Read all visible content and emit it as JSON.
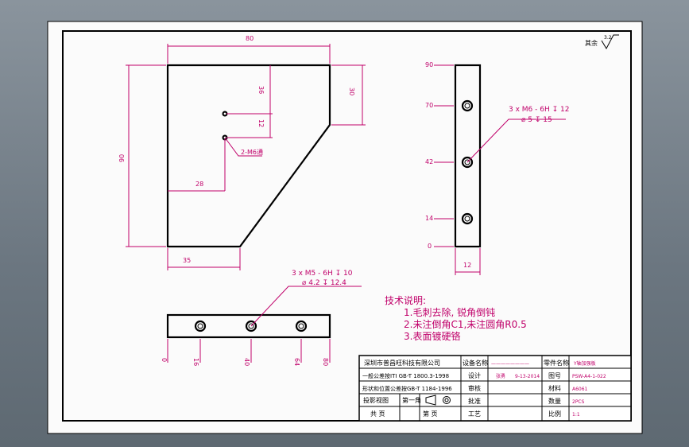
{
  "surface_finish": {
    "label": "其余",
    "value": "3.2"
  },
  "front_view": {
    "dims": {
      "width": "80",
      "height": "90",
      "right_side": "30",
      "bottom": "35",
      "hole_x": "28",
      "hole_top": "36",
      "hole_spacing": "12"
    },
    "hole_note": "2-M6通"
  },
  "side_view": {
    "ticks": [
      "90",
      "70",
      "42",
      "14",
      "0"
    ],
    "width_dim": "12",
    "callout_line1": "3 x  M6 - 6H ↧ 12",
    "callout_line2": "⌀ 5 ↧ 15"
  },
  "top_view": {
    "ticks": [
      "0",
      "16",
      "40",
      "64",
      "80"
    ],
    "callout_line1": "3 x  M5 - 6H ↧ 10",
    "callout_line2": "⌀ 4.2 ↧ 12.4"
  },
  "tech_notes": {
    "title": "技术说明:",
    "items": [
      "1.毛刺去除, 锐角倒钝",
      "2.未注倒角C1,未注圆角R0.5",
      "3.表面镀硬铬"
    ]
  },
  "title_block": {
    "company": "深圳市普昌旺科技有限公司",
    "std_linear": "一般公差按ITI GB-T 1800.3-1998",
    "std_form": "形状和位置公差按GB-T 1184-1996",
    "projection": "投影视图",
    "version": "第一角",
    "sheets_total": "共     页",
    "sheet_no": "第     页",
    "labels": {
      "device_name": "设备名称",
      "part_name": "零件名称",
      "design": "设计",
      "review": "审核",
      "approve": "批准",
      "process": "工艺",
      "drawing_no": "图号",
      "material": "材料",
      "quantity": "数量",
      "scale": "比例"
    },
    "values": {
      "device_name": "————————",
      "part_name": "Y轴加强板",
      "designer": "张勇",
      "date": "9-13-2014",
      "drawing_no": "PSW-A4-1-022",
      "material": "A6061",
      "quantity": "2PCS",
      "scale": "1:1"
    }
  }
}
